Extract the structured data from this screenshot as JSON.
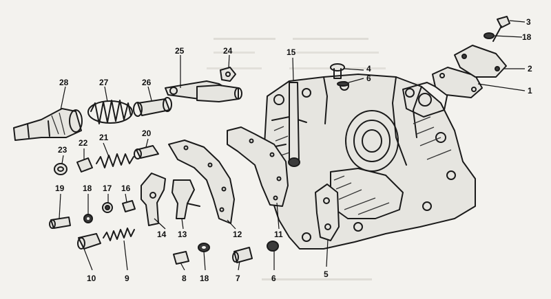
{
  "diagram": {
    "callouts": [
      {
        "id": "1",
        "label": "1"
      },
      {
        "id": "2",
        "label": "2"
      },
      {
        "id": "3",
        "label": "3"
      },
      {
        "id": "4",
        "label": "4"
      },
      {
        "id": "5",
        "label": "5"
      },
      {
        "id": "6a",
        "label": "6"
      },
      {
        "id": "6b",
        "label": "6"
      },
      {
        "id": "7",
        "label": "7"
      },
      {
        "id": "8",
        "label": "8"
      },
      {
        "id": "9",
        "label": "9"
      },
      {
        "id": "10",
        "label": "10"
      },
      {
        "id": "11",
        "label": "11"
      },
      {
        "id": "12",
        "label": "12"
      },
      {
        "id": "13",
        "label": "13"
      },
      {
        "id": "14",
        "label": "14"
      },
      {
        "id": "15",
        "label": "15"
      },
      {
        "id": "16",
        "label": "16"
      },
      {
        "id": "17",
        "label": "17"
      },
      {
        "id": "18a",
        "label": "18"
      },
      {
        "id": "18b",
        "label": "18"
      },
      {
        "id": "18c",
        "label": "18"
      },
      {
        "id": "19",
        "label": "19"
      },
      {
        "id": "20",
        "label": "20"
      },
      {
        "id": "21",
        "label": "21"
      },
      {
        "id": "22",
        "label": "22"
      },
      {
        "id": "23",
        "label": "23"
      },
      {
        "id": "24",
        "label": "24"
      },
      {
        "id": "25",
        "label": "25"
      },
      {
        "id": "26",
        "label": "26"
      },
      {
        "id": "27",
        "label": "27"
      },
      {
        "id": "28",
        "label": "28"
      }
    ]
  }
}
